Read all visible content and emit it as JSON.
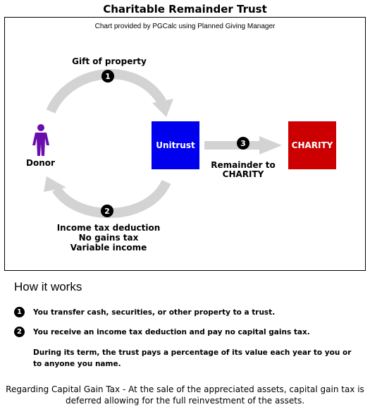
{
  "title": "Charitable Remainder Trust",
  "provided_by": "Chart provided by PGCalc using Planned Giving Manager",
  "diagram": {
    "gift_label": "Gift of property",
    "donor_label": "Donor",
    "unitrust_label": "Unitrust",
    "charity_label": "CHARITY",
    "remainder_line1": "Remainder to",
    "remainder_line2": "CHARITY",
    "income_line1": "Income tax deduction",
    "income_line2": "No gains tax",
    "income_line3": "Variable income",
    "step_numbers": [
      "1",
      "2",
      "3"
    ],
    "colors": {
      "unitrust": "#0000ee",
      "charity": "#cc0000",
      "donor": "#6a0dad",
      "arrow": "#d3d3d3"
    }
  },
  "how_it_works": {
    "heading": "How it works",
    "steps": [
      {
        "number": "1",
        "text": "You transfer cash, securities, or other property to a trust."
      },
      {
        "number": "2",
        "text": "You receive an income tax deduction and pay no capital gains tax."
      }
    ],
    "paragraph": "During its term, the trust pays a percentage of its value each year to you or to anyone you name."
  },
  "footer": "Regarding Capital Gain Tax - At the sale of the appreciated assets, capital gain tax is deferred allowing for the full reinvestment of the assets."
}
